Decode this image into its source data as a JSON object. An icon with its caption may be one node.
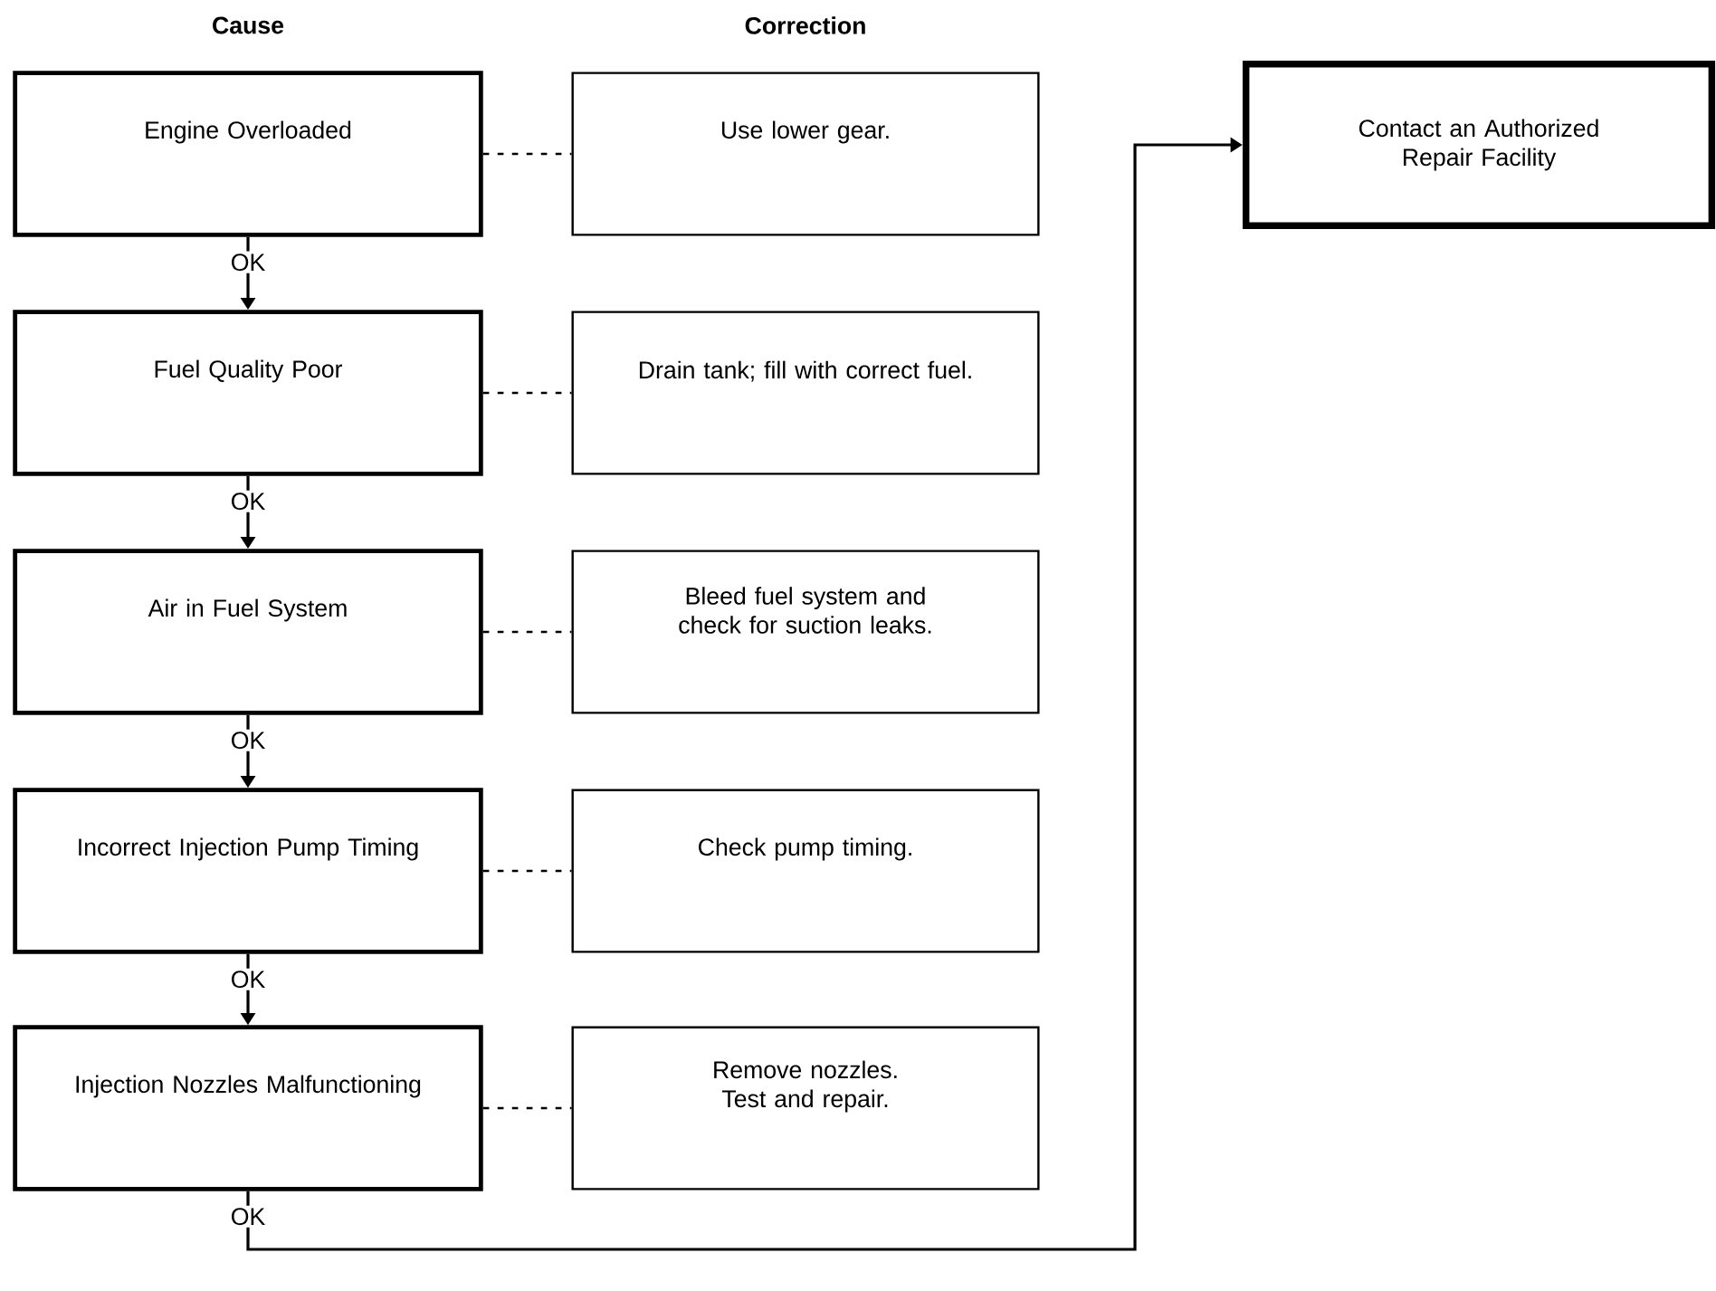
{
  "diagram": {
    "nodes": [
      {
        "text": [
          "Engine Overloaded"
        ]
      },
      {
        "text": [
          "Use lower gear."
        ]
      },
      {
        "text": [
          "Fuel Quality Poor"
        ]
      },
      {
        "text": [
          "Drain tank; fill with correct fuel."
        ]
      },
      {
        "text": [
          "Air in Fuel System"
        ]
      },
      {
        "text": [
          "Bleed fuel system and check for suction leaks."
        ]
      },
      {
        "text": [
          "Incorrect Injection Pump Timing"
        ]
      },
      {
        "text": [
          "Check pump timing."
        ]
      },
      {
        "text": [
          "Injection Nozzles Malfunctioning"
        ]
      },
      {
        "text": [
          "Remove nozzles. Test and repair."
        ]
      },
      {
        "text": [
          "Contact an Authorized Repair Facility"
        ]
      }
    ],
    "edges": [
      {
        "from": 0,
        "to": 1,
        "arrow": "none",
        "style": "dashed"
      },
      {
        "from": 0,
        "to": 2,
        "arrow": "to",
        "label": "OK"
      },
      {
        "from": 2,
        "to": 3,
        "arrow": "none",
        "style": "dashed"
      },
      {
        "from": 2,
        "to": 4,
        "arrow": "to",
        "label": "OK"
      },
      {
        "from": 4,
        "to": 5,
        "arrow": "none",
        "style": "dashed"
      },
      {
        "from": 4,
        "to": 6,
        "arrow": "to",
        "label": "OK"
      },
      {
        "from": 6,
        "to": 7,
        "arrow": "none",
        "style": "dashed"
      },
      {
        "from": 6,
        "to": 8,
        "arrow": "to",
        "label": "OK"
      },
      {
        "from": 8,
        "to": 9,
        "arrow": "none",
        "style": "dashed"
      },
      {
        "from": 8,
        "to": 10,
        "arrow": "to",
        "label": "OK"
      }
    ],
    "labels": [
      "Cause",
      "Correction"
    ]
  }
}
